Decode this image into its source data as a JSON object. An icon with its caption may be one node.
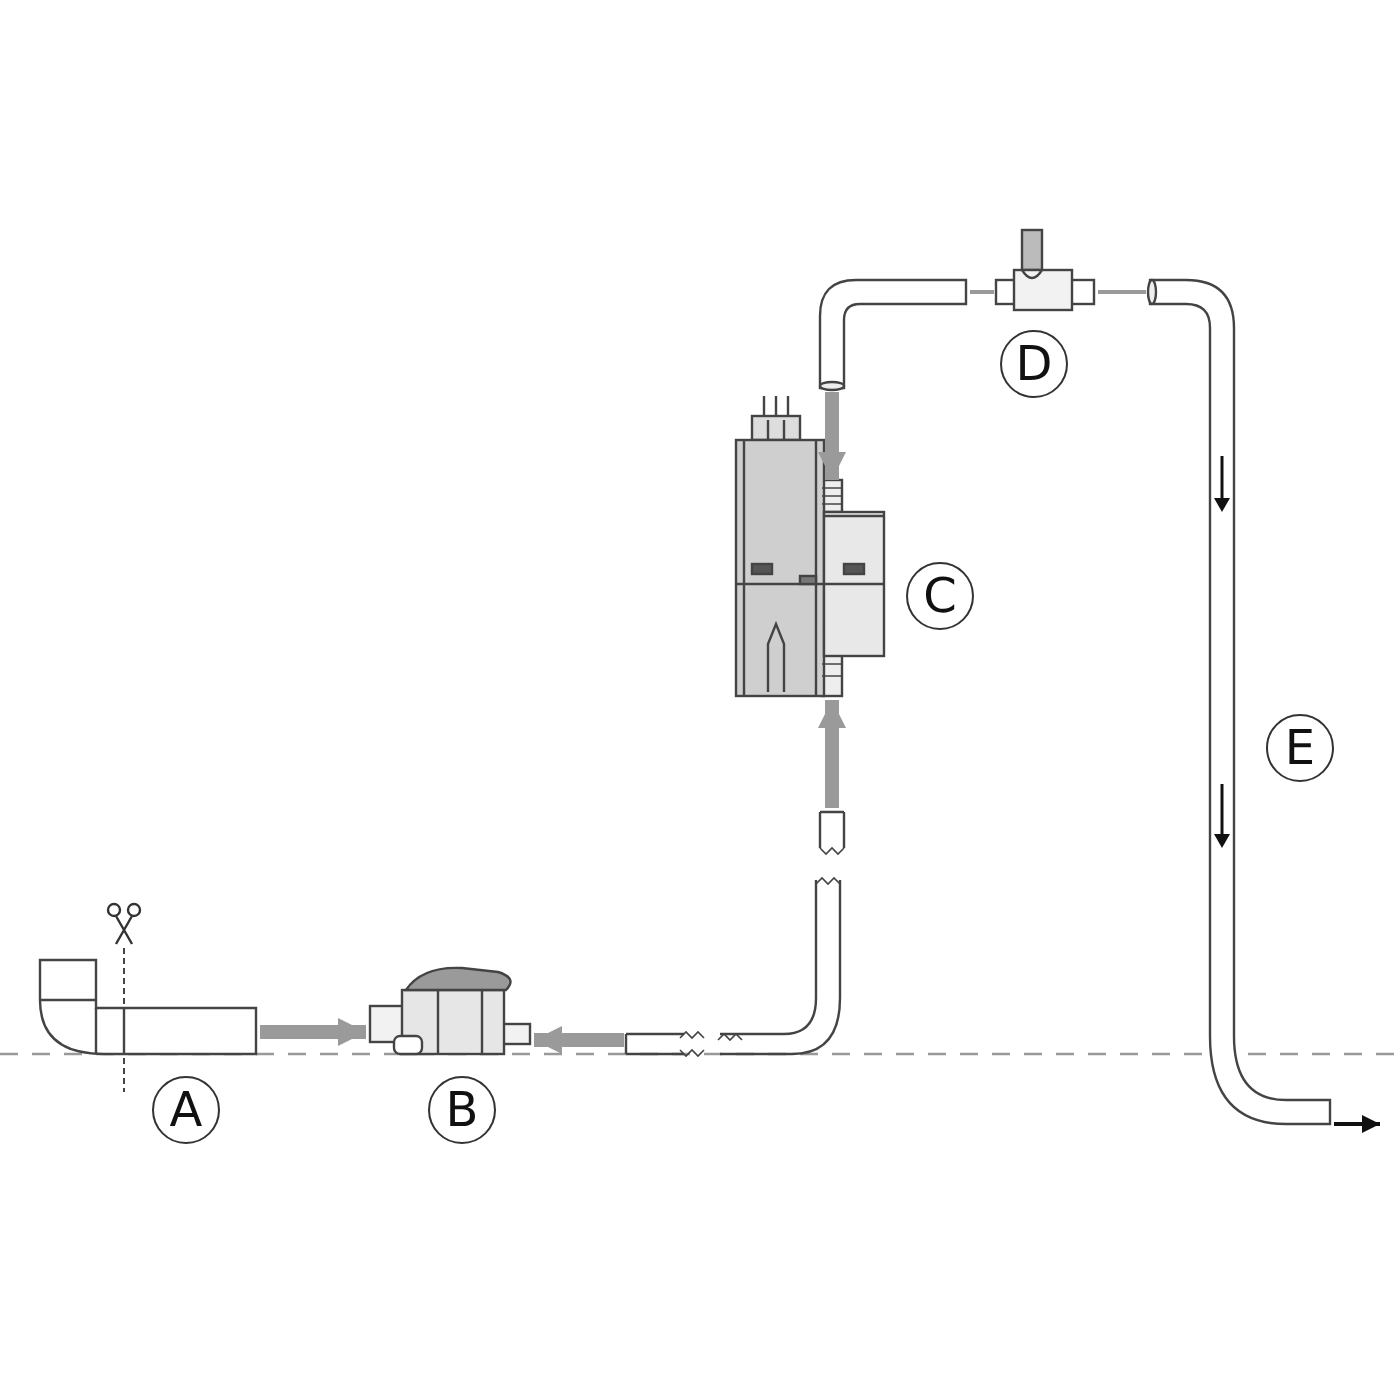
{
  "diagram": {
    "nodes": [
      {
        "text": [
          "A"
        ]
      },
      {
        "text": [],
        "shape": "picture"
      },
      {
        "text": [
          "B"
        ]
      },
      {
        "text": [],
        "shape": "picture"
      },
      {
        "text": [],
        "shape": "picture"
      },
      {
        "text": [
          "C"
        ]
      },
      {
        "text": [],
        "shape": "picture"
      },
      {
        "text": [],
        "shape": "picture"
      },
      {
        "text": [
          "D"
        ]
      },
      {
        "text": [],
        "shape": "picture"
      },
      {
        "text": [
          "E"
        ]
      },
      {
        "text": [],
        "shape": "picture"
      }
    ],
    "edges": [
      {
        "from": 1,
        "to": 3,
        "arrow": "to"
      },
      {
        "from": 4,
        "to": 3,
        "arrow": "to"
      },
      {
        "from": 4,
        "to": 6,
        "arrow": "to"
      },
      {
        "from": 7,
        "to": 6,
        "arrow": "to"
      },
      {
        "from": 7,
        "to": 9,
        "arrow": "none"
      },
      {
        "from": 9,
        "to": 11,
        "arrow": "none"
      },
      {
        "from": 11,
        "to": null,
        "arrow": "to",
        "color": "#111111"
      }
    ]
  }
}
